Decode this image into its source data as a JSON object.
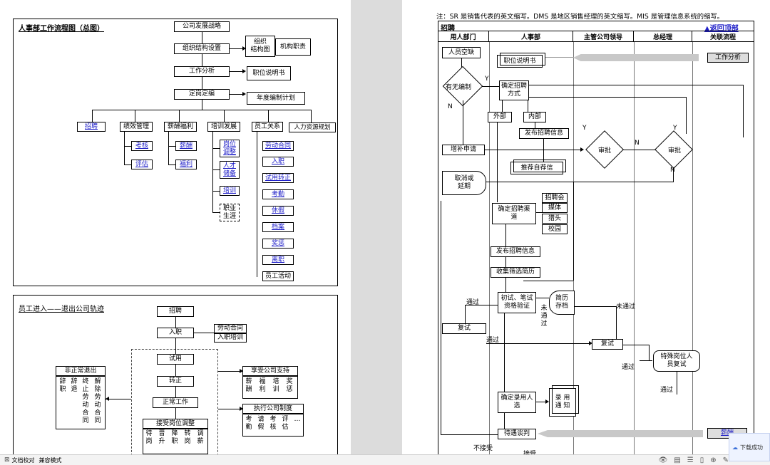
{
  "left_page": {
    "org_title": "人事部工作流程图（总图）",
    "org": {
      "strategy": "公司发展战略",
      "structure": "组织结构设置",
      "analysis": "工作分析",
      "staffing": "定岗定编",
      "doc_org": "组织\n结构图",
      "doc_duty": "机构职责",
      "doc_jd": "职位说明书",
      "doc_plan": "年度编制计划",
      "branches": [
        "招聘",
        "绩效管理",
        "薪酬福利",
        "培训发展",
        "员工关系",
        "人力资源规划"
      ],
      "perf_items": [
        "考核",
        "评估"
      ],
      "comp_items": [
        "薪酬",
        "福利"
      ],
      "train_items": [
        "岗位\n调整",
        "人才\n储备",
        "培训",
        "职业\n生涯"
      ],
      "rel_items": [
        "劳动合同",
        "入职",
        "试用转正",
        "考勤",
        "休假",
        "档案",
        "奖惩",
        "离职",
        "员工活动"
      ]
    },
    "track_title": "员工进入——退出公司轨迹",
    "track": {
      "recruit": "招聘",
      "onboard": "入职",
      "contract": "劳动合同",
      "training": "入职培训",
      "probation": "试用",
      "regular": "转正",
      "work": "正常工作",
      "adjust_title": "接受岗位调整",
      "adjust_cols": [
        "待岗",
        "晋升",
        "降职",
        "转岗",
        "调薪"
      ],
      "exit_title": "非正常退出",
      "exit_cols": [
        "辞职",
        "辞退",
        "终止劳动合同",
        "解除劳动合同"
      ],
      "support_title": "享受公司支持",
      "support_cols": [
        "薪酬",
        "福利",
        "培训",
        "奖惩"
      ],
      "rules_title": "执行公司制度",
      "rules_cols": [
        "考勤",
        "请假",
        "考核",
        "评估",
        "…"
      ]
    }
  },
  "right_page": {
    "note": "注：SR 是销售代表的英文缩写。DMS 是地区销售经理的英文缩写。MIS 是管理信息系统的缩写。",
    "section": "招聘",
    "back_link": "▲返回顶部",
    "columns": [
      "用人部门",
      "人事部",
      "主管公司领导",
      "总经理",
      "关联流程"
    ],
    "nodes": {
      "vacancy": "人员空缺",
      "jd": "职位说明书",
      "work_analysis": "工作分析",
      "has_quota": "有无编制",
      "decide_method": "确定招聘\n方式",
      "external": "外部",
      "internal": "内部",
      "publish_internal": "发布招聘信息",
      "supplement": "增补申请",
      "approve1": "审批",
      "approve2": "审批",
      "self_rec": "推荐自荐信",
      "cancel": "取消或\n延期",
      "channels": "确定招聘渠\n道",
      "channel_items": [
        "招聘会",
        "媒体",
        "猎头",
        "校园"
      ],
      "publish": "发布招聘信息",
      "screen": "收集筛选简历",
      "first_test": "初试、笔试\n资格验证",
      "archive": "简历\n存档",
      "retest": "复试",
      "retest2": "复试",
      "special": "特殊岗位人\n员复试",
      "hire": "确定录用人\n选",
      "offer": "录  用\n通  知",
      "salary_talk": "待遇谈判",
      "salary_link": "薪酬"
    },
    "labels": {
      "y": "Y",
      "n": "N",
      "pass": "通过",
      "fail": "未通过",
      "fail_v": "未\n通\n过",
      "not_accept": "不接受",
      "accept": "接受"
    }
  },
  "status_bar": {
    "left_text": "文档校对",
    "mode": "兼容模式",
    "toast": "下载成功"
  }
}
